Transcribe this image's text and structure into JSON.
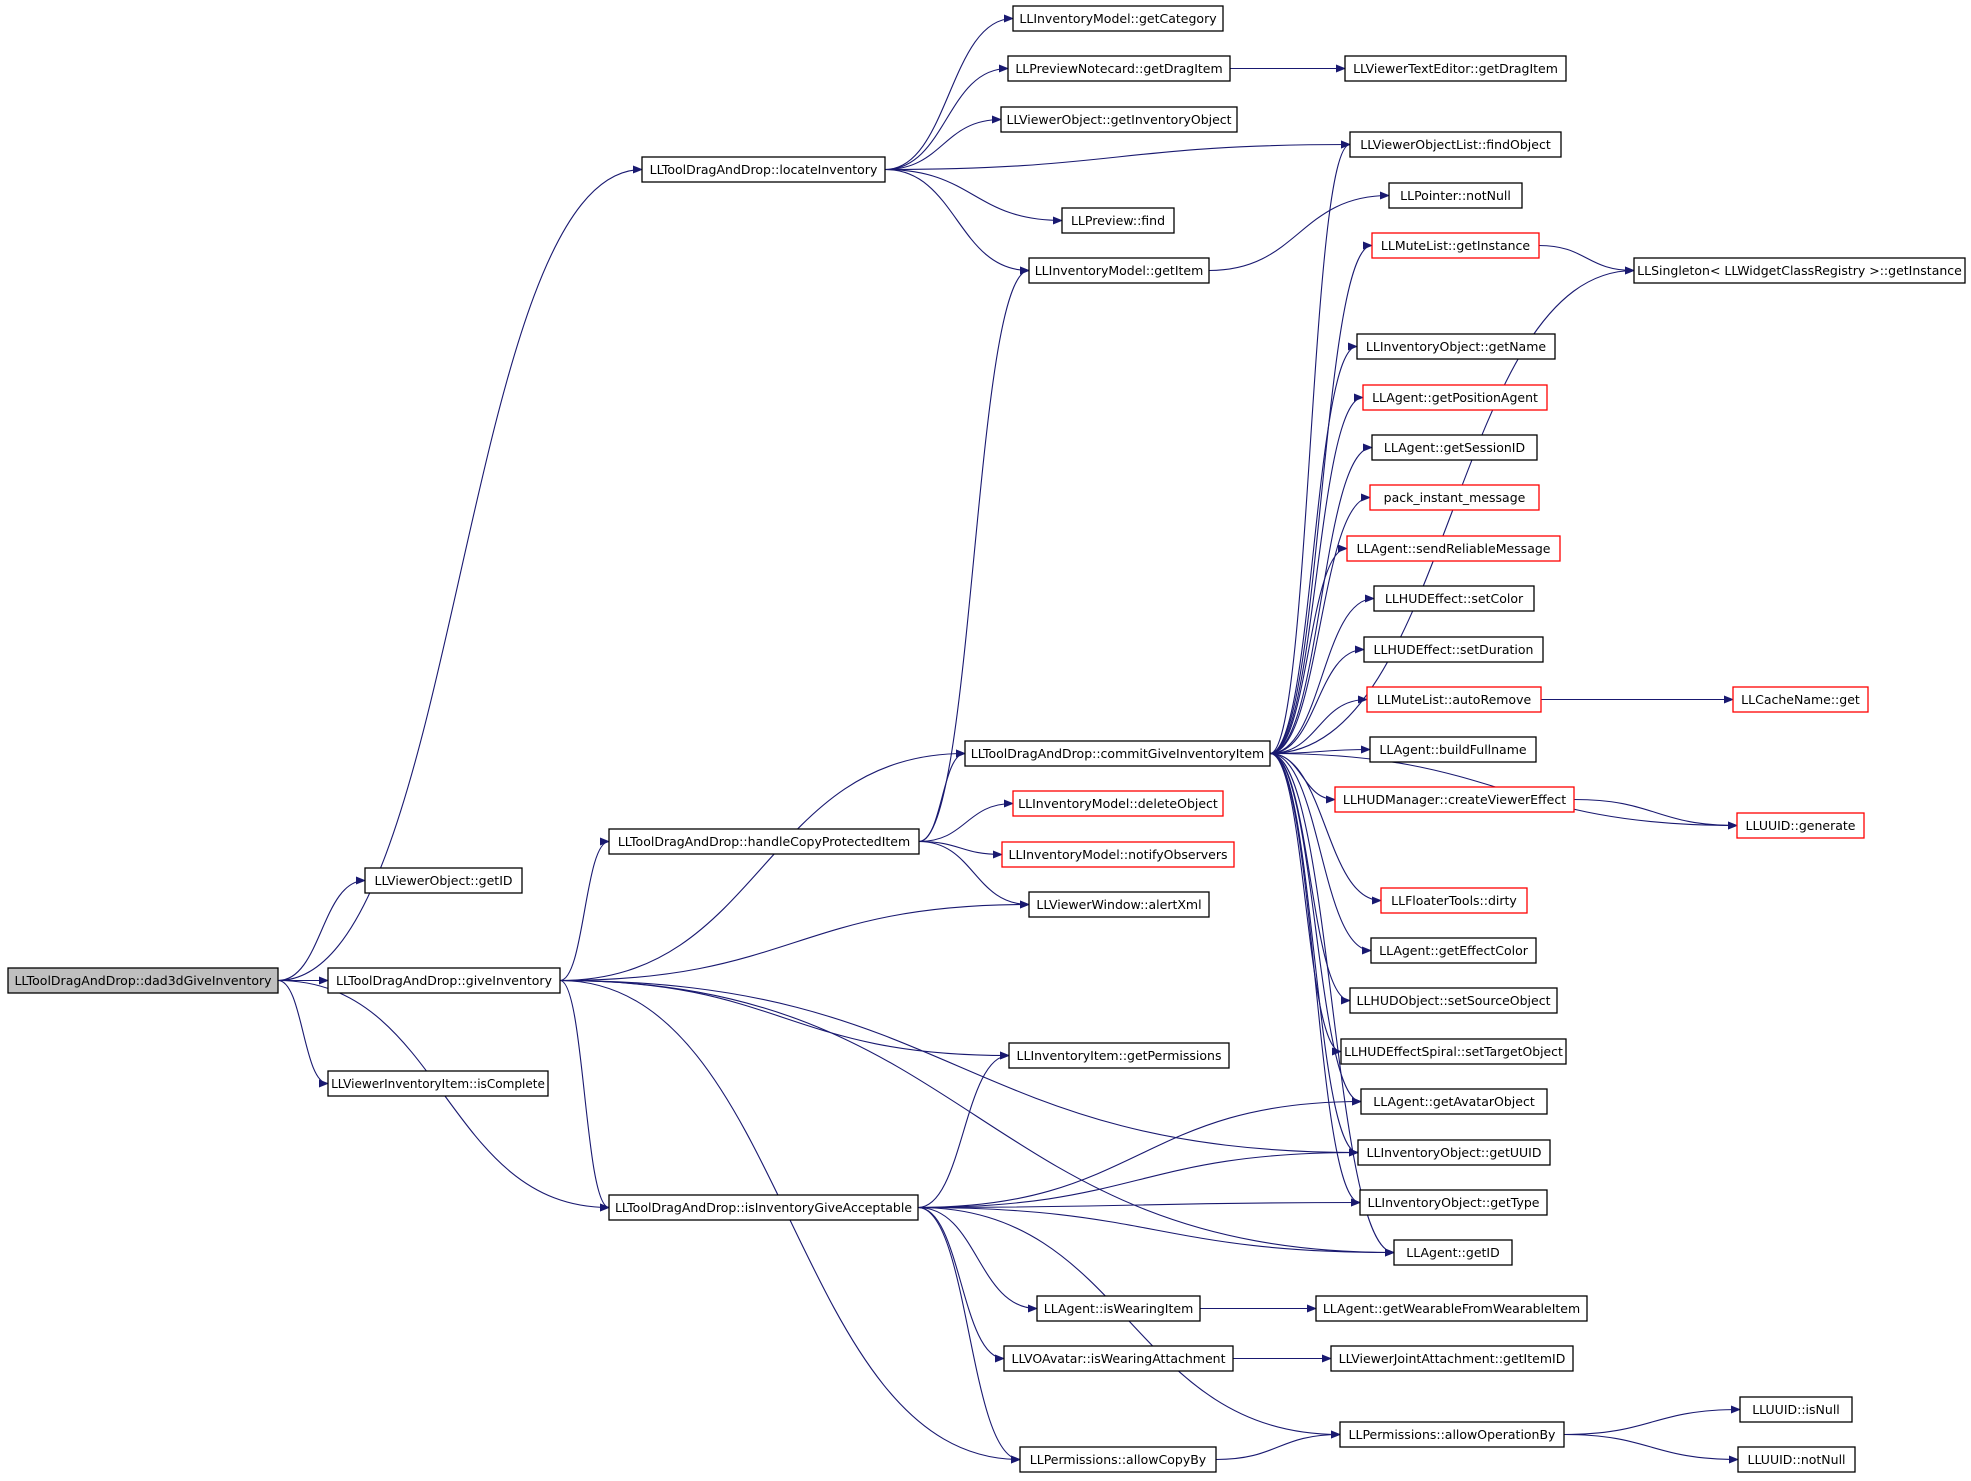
{
  "colors": {
    "edge": "#191970",
    "node_border": "#000000",
    "node_incomplete_border": "#ff0000",
    "node_fill": "#ffffff",
    "root_fill": "#bfbfbf",
    "text": "#000000"
  },
  "nodes": [
    {
      "id": "root",
      "label": "LLToolDragAndDrop::dad3dGiveInventory",
      "kind": "root"
    },
    {
      "id": "getID_obj",
      "label": "LLViewerObject::getID",
      "kind": "normal"
    },
    {
      "id": "giveInv",
      "label": "LLToolDragAndDrop::giveInventory",
      "kind": "normal"
    },
    {
      "id": "isComplete",
      "label": "LLViewerInventoryItem::isComplete",
      "kind": "normal"
    },
    {
      "id": "locateInv",
      "label": "LLToolDragAndDrop::locateInventory",
      "kind": "normal"
    },
    {
      "id": "handleCopy",
      "label": "LLToolDragAndDrop::handleCopyProtectedItem",
      "kind": "normal"
    },
    {
      "id": "isGiveAcc",
      "label": "LLToolDragAndDrop::isInventoryGiveAcceptable",
      "kind": "normal"
    },
    {
      "id": "getCategory",
      "label": "LLInventoryModel::getCategory",
      "kind": "normal"
    },
    {
      "id": "previewNote",
      "label": "LLPreviewNotecard::getDragItem",
      "kind": "normal"
    },
    {
      "id": "getInvObj",
      "label": "LLViewerObject::getInventoryObject",
      "kind": "normal"
    },
    {
      "id": "previewFind",
      "label": "LLPreview::find",
      "kind": "normal"
    },
    {
      "id": "invGetItem",
      "label": "LLInventoryModel::getItem",
      "kind": "normal"
    },
    {
      "id": "commitGive",
      "label": "LLToolDragAndDrop::commitGiveInventoryItem",
      "kind": "normal"
    },
    {
      "id": "deleteObj",
      "label": "LLInventoryModel::deleteObject",
      "kind": "incomplete"
    },
    {
      "id": "notifyObs",
      "label": "LLInventoryModel::notifyObservers",
      "kind": "incomplete"
    },
    {
      "id": "alertXml",
      "label": "LLViewerWindow::alertXml",
      "kind": "normal"
    },
    {
      "id": "getPerms",
      "label": "LLInventoryItem::getPermissions",
      "kind": "normal"
    },
    {
      "id": "isWearItem",
      "label": "LLAgent::isWearingItem",
      "kind": "normal"
    },
    {
      "id": "isWearAttach",
      "label": "LLVOAvatar::isWearingAttachment",
      "kind": "normal"
    },
    {
      "id": "allowCopy",
      "label": "LLPermissions::allowCopyBy",
      "kind": "normal"
    },
    {
      "id": "textEditorDrag",
      "label": "LLViewerTextEditor::getDragItem",
      "kind": "normal"
    },
    {
      "id": "findObject",
      "label": "LLViewerObjectList::findObject",
      "kind": "normal"
    },
    {
      "id": "notNullPtr",
      "label": "LLPointer::notNull",
      "kind": "normal"
    },
    {
      "id": "muteInst",
      "label": "LLMuteList::getInstance",
      "kind": "incomplete"
    },
    {
      "id": "singleton",
      "label": "LLSingleton< LLWidgetClassRegistry >::getInstance",
      "kind": "normal"
    },
    {
      "id": "getName",
      "label": "LLInventoryObject::getName",
      "kind": "normal"
    },
    {
      "id": "getPosAgent",
      "label": "LLAgent::getPositionAgent",
      "kind": "incomplete"
    },
    {
      "id": "getSession",
      "label": "LLAgent::getSessionID",
      "kind": "normal"
    },
    {
      "id": "packIM",
      "label": "pack_instant_message",
      "kind": "incomplete"
    },
    {
      "id": "sendReliable",
      "label": "LLAgent::sendReliableMessage",
      "kind": "incomplete"
    },
    {
      "id": "setColor",
      "label": "LLHUDEffect::setColor",
      "kind": "normal"
    },
    {
      "id": "setDuration",
      "label": "LLHUDEffect::setDuration",
      "kind": "normal"
    },
    {
      "id": "autoRemove",
      "label": "LLMuteList::autoRemove",
      "kind": "incomplete"
    },
    {
      "id": "cacheGet",
      "label": "LLCacheName::get",
      "kind": "incomplete"
    },
    {
      "id": "buildFull",
      "label": "LLAgent::buildFullname",
      "kind": "normal"
    },
    {
      "id": "createEffect",
      "label": "LLHUDManager::createViewerEffect",
      "kind": "incomplete"
    },
    {
      "id": "uuidGen",
      "label": "LLUUID::generate",
      "kind": "incomplete"
    },
    {
      "id": "floaterDirty",
      "label": "LLFloaterTools::dirty",
      "kind": "incomplete"
    },
    {
      "id": "effectColor",
      "label": "LLAgent::getEffectColor",
      "kind": "normal"
    },
    {
      "id": "setSource",
      "label": "LLHUDObject::setSourceObject",
      "kind": "normal"
    },
    {
      "id": "setTarget",
      "label": "LLHUDEffectSpiral::setTargetObject",
      "kind": "normal"
    },
    {
      "id": "avatarObj",
      "label": "LLAgent::getAvatarObject",
      "kind": "normal"
    },
    {
      "id": "getUUID",
      "label": "LLInventoryObject::getUUID",
      "kind": "normal"
    },
    {
      "id": "getType",
      "label": "LLInventoryObject::getType",
      "kind": "normal"
    },
    {
      "id": "agentID",
      "label": "LLAgent::getID",
      "kind": "normal"
    },
    {
      "id": "wearFromItem",
      "label": "LLAgent::getWearableFromWearableItem",
      "kind": "normal"
    },
    {
      "id": "jointItemID",
      "label": "LLViewerJointAttachment::getItemID",
      "kind": "normal"
    },
    {
      "id": "allowOp",
      "label": "LLPermissions::allowOperationBy",
      "kind": "normal"
    },
    {
      "id": "uuidIsNull",
      "label": "LLUUID::isNull",
      "kind": "normal"
    },
    {
      "id": "uuidNotNull",
      "label": "LLUUID::notNull",
      "kind": "normal"
    }
  ],
  "edges": [
    [
      "root",
      "getID_obj"
    ],
    [
      "root",
      "giveInv"
    ],
    [
      "root",
      "isComplete"
    ],
    [
      "root",
      "locateInv"
    ],
    [
      "root",
      "isGiveAcc"
    ],
    [
      "locateInv",
      "getCategory"
    ],
    [
      "locateInv",
      "previewNote"
    ],
    [
      "locateInv",
      "getInvObj"
    ],
    [
      "locateInv",
      "findObject"
    ],
    [
      "locateInv",
      "previewFind"
    ],
    [
      "locateInv",
      "invGetItem"
    ],
    [
      "previewNote",
      "textEditorDrag"
    ],
    [
      "invGetItem",
      "notNullPtr"
    ],
    [
      "giveInv",
      "commitGive"
    ],
    [
      "giveInv",
      "handleCopy"
    ],
    [
      "giveInv",
      "alertXml"
    ],
    [
      "giveInv",
      "getPerms"
    ],
    [
      "giveInv",
      "isGiveAcc"
    ],
    [
      "giveInv",
      "allowCopy"
    ],
    [
      "giveInv",
      "getUUID"
    ],
    [
      "giveInv",
      "agentID"
    ],
    [
      "handleCopy",
      "invGetItem"
    ],
    [
      "handleCopy",
      "commitGive"
    ],
    [
      "handleCopy",
      "deleteObj"
    ],
    [
      "handleCopy",
      "notifyObs"
    ],
    [
      "handleCopy",
      "alertXml"
    ],
    [
      "commitGive",
      "findObject"
    ],
    [
      "commitGive",
      "muteInst"
    ],
    [
      "commitGive",
      "singleton"
    ],
    [
      "commitGive",
      "getName"
    ],
    [
      "commitGive",
      "getPosAgent"
    ],
    [
      "commitGive",
      "getSession"
    ],
    [
      "commitGive",
      "packIM"
    ],
    [
      "commitGive",
      "sendReliable"
    ],
    [
      "commitGive",
      "setColor"
    ],
    [
      "commitGive",
      "setDuration"
    ],
    [
      "commitGive",
      "autoRemove"
    ],
    [
      "commitGive",
      "buildFull"
    ],
    [
      "commitGive",
      "createEffect"
    ],
    [
      "commitGive",
      "uuidGen"
    ],
    [
      "commitGive",
      "floaterDirty"
    ],
    [
      "commitGive",
      "effectColor"
    ],
    [
      "commitGive",
      "setSource"
    ],
    [
      "commitGive",
      "setTarget"
    ],
    [
      "commitGive",
      "avatarObj"
    ],
    [
      "commitGive",
      "getUUID"
    ],
    [
      "commitGive",
      "getType"
    ],
    [
      "commitGive",
      "agentID"
    ],
    [
      "muteInst",
      "singleton"
    ],
    [
      "autoRemove",
      "cacheGet"
    ],
    [
      "createEffect",
      "uuidGen"
    ],
    [
      "isGiveAcc",
      "getPerms"
    ],
    [
      "isGiveAcc",
      "avatarObj"
    ],
    [
      "isGiveAcc",
      "getUUID"
    ],
    [
      "isGiveAcc",
      "getType"
    ],
    [
      "isGiveAcc",
      "agentID"
    ],
    [
      "isGiveAcc",
      "isWearItem"
    ],
    [
      "isGiveAcc",
      "isWearAttach"
    ],
    [
      "isGiveAcc",
      "allowCopy"
    ],
    [
      "isGiveAcc",
      "allowOp"
    ],
    [
      "isWearItem",
      "wearFromItem"
    ],
    [
      "isWearAttach",
      "jointItemID"
    ],
    [
      "allowCopy",
      "allowOp"
    ],
    [
      "allowOp",
      "uuidIsNull"
    ],
    [
      "allowOp",
      "uuidNotNull"
    ]
  ]
}
